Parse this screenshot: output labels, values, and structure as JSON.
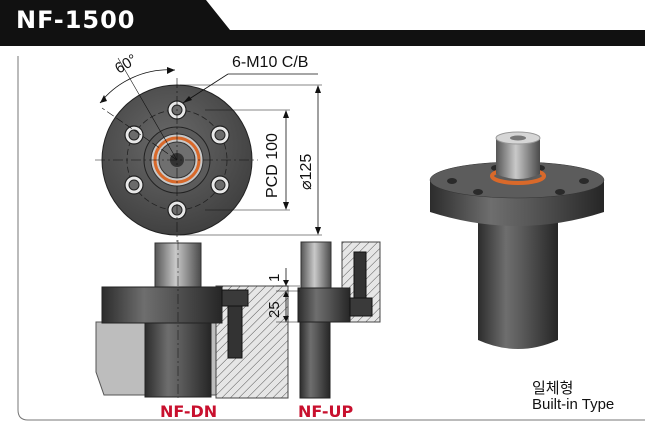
{
  "title": "NF-1500",
  "dims": {
    "angle": "60°",
    "thread": "6-M10 C/B",
    "pcd": "PCD 100",
    "dia": "⌀125",
    "gap": "1",
    "thickness": "25"
  },
  "variants": {
    "down": "NF-DN",
    "up": "NF-UP"
  },
  "caption": {
    "korean": "일체형",
    "english": "Built-in Type"
  },
  "colors": {
    "header": "#111111",
    "accent_red": "#c8102e",
    "oring": "#d9692a",
    "metal": "#4a4a4a"
  }
}
